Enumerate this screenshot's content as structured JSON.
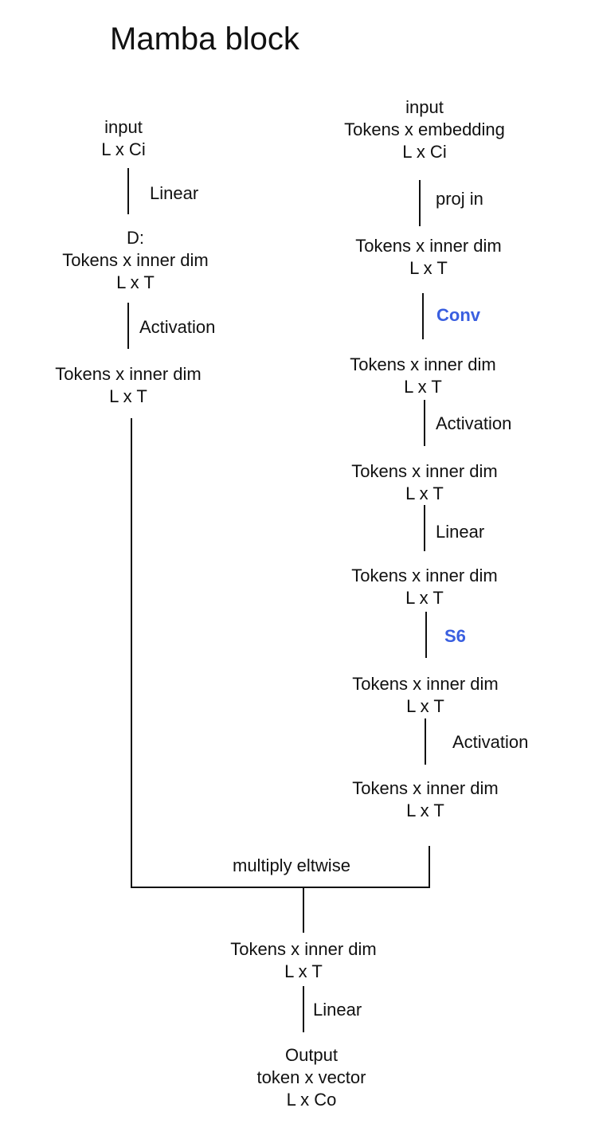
{
  "title": "Mamba block",
  "left_branch": {
    "input": [
      "input",
      "L x Ci"
    ],
    "linear": "Linear",
    "d_node": [
      "D:",
      "Tokens x inner dim",
      "L x T"
    ],
    "activation": "Activation",
    "out_node": [
      "Tokens x inner dim",
      "L x T"
    ]
  },
  "right_branch": {
    "input": [
      "input",
      "Tokens x embedding",
      "L x Ci"
    ],
    "proj_in": "proj in",
    "node1": [
      "Tokens x inner dim",
      "L x T"
    ],
    "conv": "Conv",
    "node2": [
      "Tokens x inner dim",
      "L x T"
    ],
    "activation1": "Activation",
    "node3": [
      "Tokens x inner dim",
      "L x T"
    ],
    "linear": "Linear",
    "node4": [
      "Tokens x inner dim",
      "L x T"
    ],
    "s6": "S6",
    "node5": [
      "Tokens x inner dim",
      "L x T"
    ],
    "activation2": "Activation",
    "node6": [
      "Tokens x inner dim",
      "L x T"
    ]
  },
  "merge": {
    "label": "multiply eltwise",
    "node": [
      "Tokens x inner dim",
      "L x T"
    ],
    "linear": "Linear",
    "output": [
      "Output",
      "token x vector",
      "L x Co"
    ]
  },
  "colors": {
    "highlight": "#3a5fe0",
    "line": "#111111"
  }
}
